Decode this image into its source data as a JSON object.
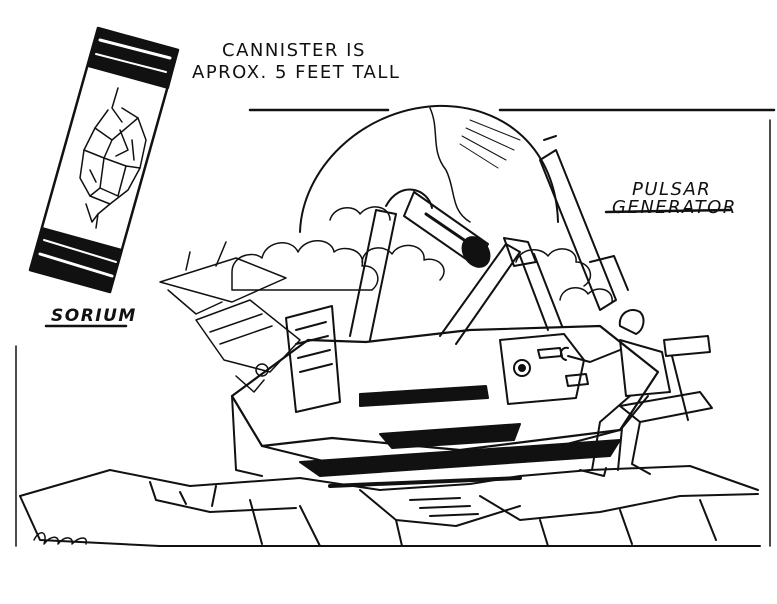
{
  "annotations": {
    "cannister_line1": "CANNISTER IS",
    "cannister_line2": "APROX. 5 FEET TALL",
    "pulsar_line1": "PULSAR",
    "pulsar_line2": "GENERATOR",
    "sorium": "SORIUM"
  },
  "colors": {
    "ink": "#111111",
    "paper": "#ffffff"
  }
}
